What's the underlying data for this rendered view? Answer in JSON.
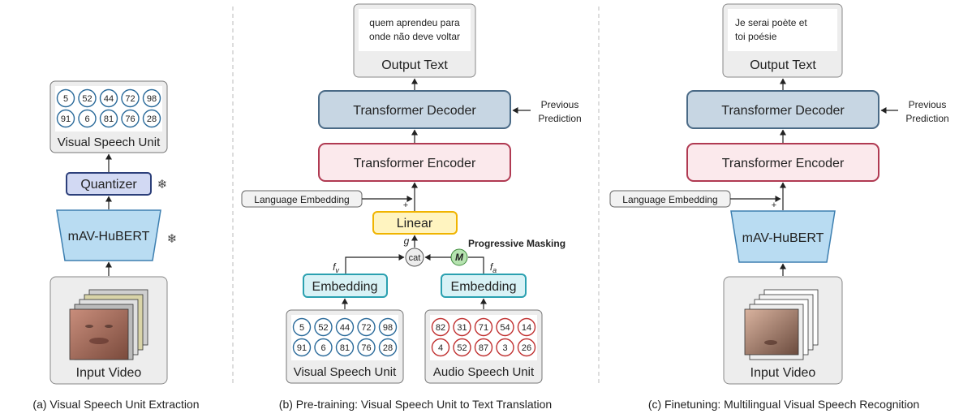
{
  "panel_a": {
    "caption": "(a) Visual Speech Unit Extraction",
    "unit_title": "Visual Speech Unit",
    "unit_rows": [
      [
        "5",
        "52",
        "44",
        "72",
        "98"
      ],
      [
        "91",
        "6",
        "81",
        "76",
        "28"
      ]
    ],
    "quantizer": "Quantizer",
    "encoder": "mAV-HuBERT",
    "input": "Input Video",
    "frozen_icon": "snowflake-icon"
  },
  "panel_b": {
    "caption": "(b) Pre-training: Visual Speech Unit to Text Translation",
    "output_text": "quem aprendeu para onde não deve voltar",
    "output_label": "Output Text",
    "decoder": "Transformer Decoder",
    "previous": "Previous\nPrediction",
    "encoder": "Transformer Encoder",
    "lang_emb": "Language Embedding",
    "plus": "+",
    "linear": "Linear",
    "g": "g",
    "cat": "cat",
    "mask_symbol": "M",
    "mask_label": "Progressive Masking",
    "fv": "f",
    "fv_sub": "v",
    "fa": "f",
    "fa_sub": "a",
    "embedding_v": "Embedding",
    "embedding_a": "Embedding",
    "visual_title": "Visual Speech Unit",
    "visual_rows": [
      [
        "5",
        "52",
        "44",
        "72",
        "98"
      ],
      [
        "91",
        "6",
        "81",
        "76",
        "28"
      ]
    ],
    "audio_title": "Audio Speech Unit",
    "audio_rows": [
      [
        "82",
        "31",
        "71",
        "54",
        "14"
      ],
      [
        "4",
        "52",
        "87",
        "3",
        "26"
      ]
    ]
  },
  "panel_c": {
    "caption": "(c) Finetuning: Multilingual Visual Speech Recognition",
    "output_text": "Je serai poète et toi poésie",
    "output_label": "Output Text",
    "decoder": "Transformer Decoder",
    "previous": "Previous\nPrediction",
    "encoder": "Transformer Encoder",
    "lang_emb": "Language Embedding",
    "plus": "+",
    "mavhubert": "mAV-HuBERT",
    "input": "Input Video"
  },
  "colors": {
    "blue_unit": "#2a6a9a",
    "red_unit": "#c03030",
    "decoder_fill": "#c7d6e3",
    "decoder_stroke": "#4a6a86",
    "encoder_fill": "#fbe9ec",
    "encoder_stroke": "#b03a52",
    "linear_fill": "#fff4c0",
    "linear_stroke": "#f0b400",
    "embed_fill": "#d8f2f6",
    "embed_stroke": "#2aa0b0",
    "hubert_fill": "#b9dcf2",
    "hubert_stroke": "#3d7fb0",
    "quant_fill": "#d2d9f3",
    "quant_stroke": "#2c3f7a",
    "mask_fill": "#b6e3b0",
    "mask_stroke": "#3c8a3a"
  }
}
